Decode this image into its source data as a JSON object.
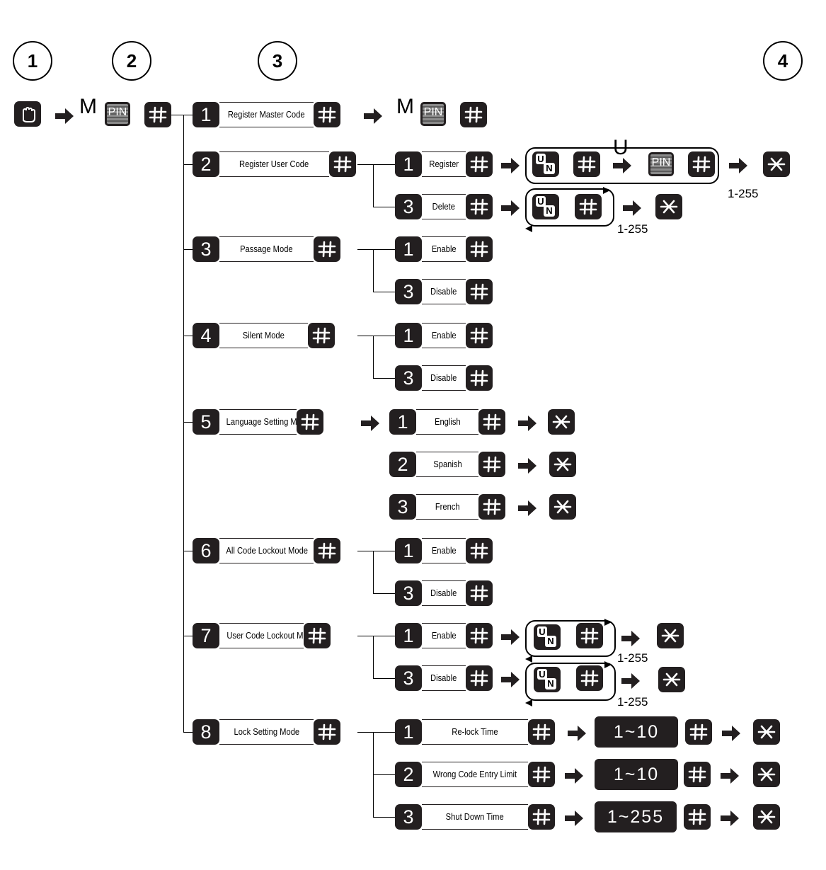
{
  "steps": [
    "1",
    "2",
    "3",
    "4"
  ],
  "master_letter": "M",
  "user_letter": "U",
  "pin_text": "PIN",
  "u_text": "U",
  "n_text": "N",
  "hash": "#",
  "star": "*",
  "menus": [
    {
      "num": "1",
      "label": "Register Master Code"
    },
    {
      "num": "2",
      "label": "Register User Code"
    },
    {
      "num": "3",
      "label": "Passage Mode"
    },
    {
      "num": "4",
      "label": "Silent Mode"
    },
    {
      "num": "5",
      "label": "Language Setting Mode"
    },
    {
      "num": "6",
      "label": "All Code Lockout Mode"
    },
    {
      "num": "7",
      "label": "User Code Lockout  Mode"
    },
    {
      "num": "8",
      "label": "Lock Setting Mode"
    }
  ],
  "sub": {
    "register": {
      "num": "1",
      "label": "Register"
    },
    "delete": {
      "num": "3",
      "label": "Delete"
    },
    "enable": {
      "num": "1",
      "label": "Enable"
    },
    "disable": {
      "num": "3",
      "label": "Disable"
    },
    "english": {
      "num": "1",
      "label": "English"
    },
    "spanish": {
      "num": "2",
      "label": "Spanish"
    },
    "french": {
      "num": "3",
      "label": "French"
    },
    "relock": {
      "num": "1",
      "label": "Re-lock Time"
    },
    "wrong": {
      "num": "2",
      "label": "Wrong Code Entry Limit"
    },
    "shutdown": {
      "num": "3",
      "label": "Shut Down Time"
    }
  },
  "ranges": {
    "user": "1-255",
    "relock": "1~10",
    "wrong": "1~10",
    "shutdown": "1~255"
  },
  "colors": {
    "key": "#231f20",
    "line": "#000000",
    "background": "#ffffff"
  }
}
